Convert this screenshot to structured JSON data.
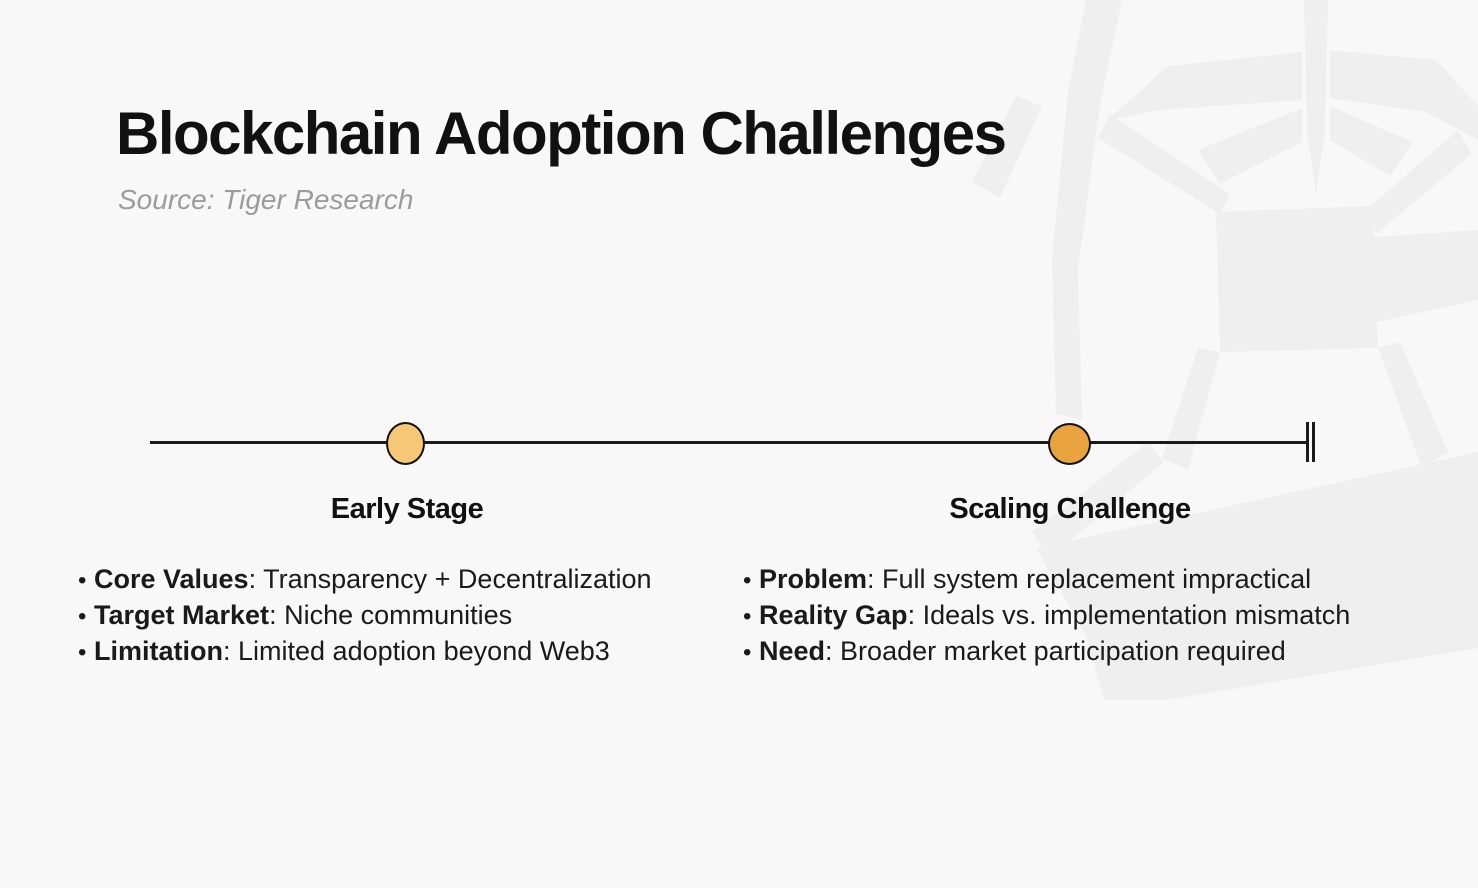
{
  "page": {
    "title": "Blockchain Adoption Challenges",
    "source_note": "Source: Tiger Research"
  },
  "colors": {
    "background": "#f8f8f8",
    "watermark": "#efefef",
    "timeline_line": "#1a1a1a",
    "title_text": "#111111",
    "source_text": "#9b9b9b",
    "early_stage_dot": "#f6c774",
    "scaling_challenge_dot": "#e9a440"
  },
  "lists": {
    "bullet_glyph": "•",
    "separator": ": "
  },
  "milestones": [
    {
      "label": "Early Stage",
      "dot_color": "#f6c774",
      "points": [
        {
          "term": "Core Values",
          "desc": "Transparency + Decentralization"
        },
        {
          "term": "Target Market",
          "desc": "Niche communities"
        },
        {
          "term": "Limitation",
          "desc": "Limited adoption beyond Web3"
        }
      ]
    },
    {
      "label": "Scaling Challenge",
      "dot_color": "#e9a440",
      "points": [
        {
          "term": "Problem",
          "desc": "Full system replacement impractical"
        },
        {
          "term": "Reality Gap",
          "desc": "Ideals vs. implementation mismatch"
        },
        {
          "term": "Need",
          "desc": "Broader market participation required"
        }
      ]
    }
  ]
}
